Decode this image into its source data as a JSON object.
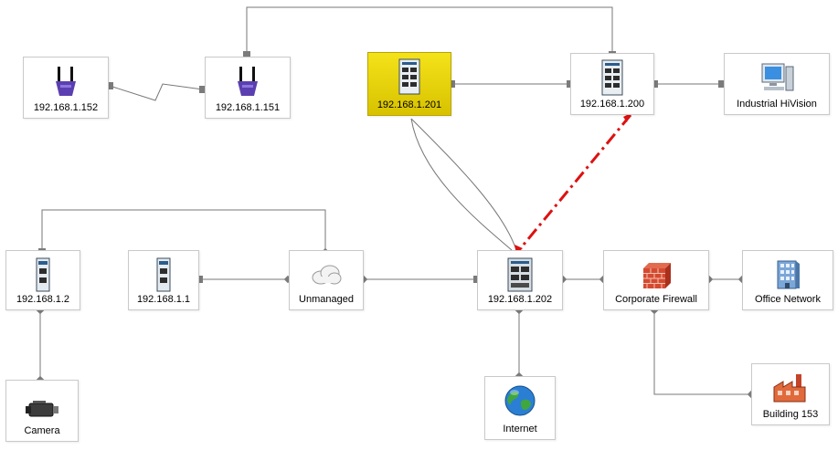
{
  "diagram": {
    "nodes": [
      {
        "id": "n152",
        "label": "192.168.1.152",
        "icon": "wireless-router-icon"
      },
      {
        "id": "n151",
        "label": "192.168.1.151",
        "icon": "wireless-router-icon"
      },
      {
        "id": "n201",
        "label": "192.168.1.201",
        "icon": "rack-switch-icon",
        "selected": true
      },
      {
        "id": "n200",
        "label": "192.168.1.200",
        "icon": "rack-switch-icon"
      },
      {
        "id": "nhv",
        "label": "Industrial HiVision",
        "icon": "workstation-icon"
      },
      {
        "id": "n2",
        "label": "192.168.1.2",
        "icon": "din-rail-switch-icon"
      },
      {
        "id": "n1",
        "label": "192.168.1.1",
        "icon": "din-rail-switch-icon"
      },
      {
        "id": "nun",
        "label": "Unmanaged",
        "icon": "cloud-icon"
      },
      {
        "id": "n202",
        "label": "192.168.1.202",
        "icon": "rack-switch-icon"
      },
      {
        "id": "nfw",
        "label": "Corporate Firewall",
        "icon": "firewall-icon"
      },
      {
        "id": "non",
        "label": "Office Network",
        "icon": "office-building-icon"
      },
      {
        "id": "ncam",
        "label": "Camera",
        "icon": "camera-icon"
      },
      {
        "id": "ninet",
        "label": "Internet",
        "icon": "globe-icon"
      },
      {
        "id": "nb153",
        "label": "Building 153",
        "icon": "factory-icon"
      }
    ],
    "links": [
      {
        "from": "192.168.1.152",
        "to": "192.168.1.151",
        "style": "wireless"
      },
      {
        "from": "192.168.1.151",
        "to": "192.168.1.200",
        "style": "solid"
      },
      {
        "from": "192.168.1.201",
        "to": "192.168.1.200",
        "style": "solid"
      },
      {
        "from": "192.168.1.200",
        "to": "Industrial HiVision",
        "style": "solid"
      },
      {
        "from": "192.168.1.201",
        "to": "192.168.1.202",
        "style": "solid-double"
      },
      {
        "from": "192.168.1.200",
        "to": "192.168.1.202",
        "style": "dash-dot-red"
      },
      {
        "from": "192.168.1.2",
        "to": "Unmanaged",
        "style": "solid"
      },
      {
        "from": "192.168.1.1",
        "to": "Unmanaged",
        "style": "solid"
      },
      {
        "from": "Unmanaged",
        "to": "192.168.1.202",
        "style": "solid"
      },
      {
        "from": "192.168.1.202",
        "to": "Corporate Firewall",
        "style": "solid"
      },
      {
        "from": "Corporate Firewall",
        "to": "Office Network",
        "style": "solid"
      },
      {
        "from": "192.168.1.2",
        "to": "Camera",
        "style": "solid"
      },
      {
        "from": "192.168.1.202",
        "to": "Internet",
        "style": "solid"
      },
      {
        "from": "Corporate Firewall",
        "to": "Building 153",
        "style": "solid"
      }
    ],
    "colors": {
      "link": "#777777",
      "redundant_link": "#dd1111",
      "selected_fill": "#e9d40c",
      "node_border": "#c9c9c9"
    }
  }
}
